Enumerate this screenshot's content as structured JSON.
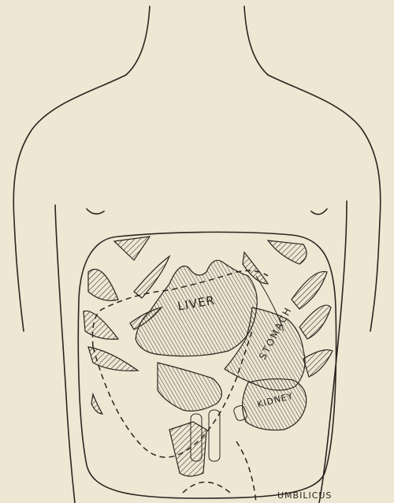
{
  "labels": {
    "liver": "LIVER",
    "stomach": "STOMACH",
    "kidney": "KIDNEY",
    "umbilicus": "UMBILICUS"
  },
  "colors": {
    "paper": "#eee7d4",
    "ink": "#2a251f"
  }
}
